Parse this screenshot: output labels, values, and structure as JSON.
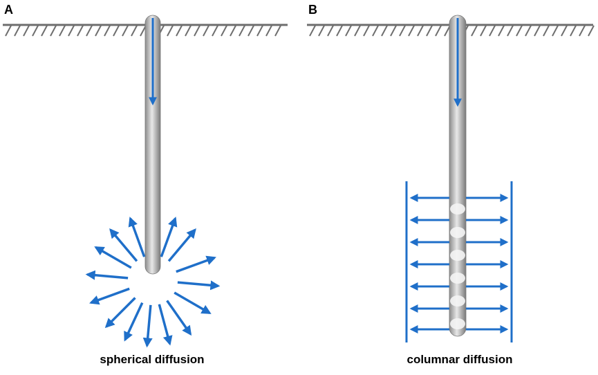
{
  "panels": [
    {
      "label": "A",
      "caption": "spherical diffusion"
    },
    {
      "label": "B",
      "caption": "columnar diffusion"
    }
  ],
  "colors": {
    "arrow": "#1f6fc9",
    "ground": "#6e6e6e",
    "pipe_light": "#e6e6e6",
    "pipe_dark": "#8c8c8c"
  }
}
